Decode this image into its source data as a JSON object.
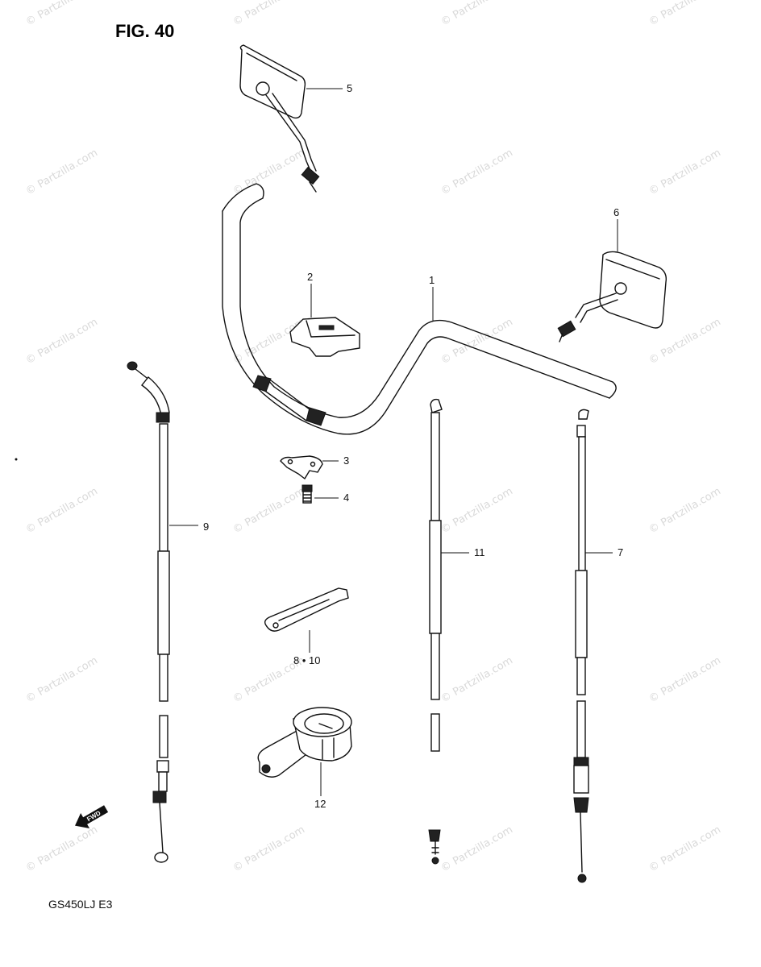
{
  "figure": {
    "title": "FIG. 40",
    "model_code": "GS450LJ  E3"
  },
  "watermark": {
    "text": "© Partzilla.com",
    "color": "#d9d9d9"
  },
  "callouts": {
    "c1": "1",
    "c2": "2",
    "c3": "3",
    "c4": "4",
    "c5": "5",
    "c6": "6",
    "c7": "7",
    "c8_10": "8 • 10",
    "c9": "9",
    "c11": "11",
    "c12": "12"
  },
  "fwd_label": "FWD"
}
